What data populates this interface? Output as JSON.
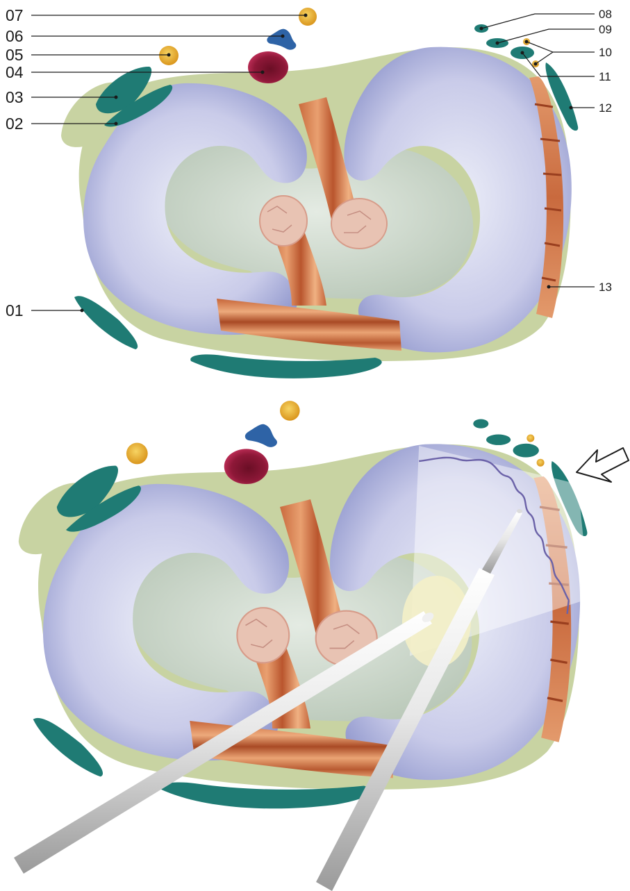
{
  "figure": {
    "colors": {
      "meniscus": "#c7c9ea",
      "meniscus_shadow": "#8e95cc",
      "plateau": "#cdd8cc",
      "capsule": "#c8d3a2",
      "ligament": "#d98a5a",
      "ligament_dark": "#8a3d22",
      "cruciate_cap": "#e8c3b3",
      "muscle": "#1f7b74",
      "nerve": "#e2a52a",
      "artery": "#a81f45",
      "vein": "#2e63a6",
      "probe": "#e6e6e6",
      "tear": "#6b62a8",
      "highlight": "#f4f0c8"
    },
    "top_panel": {
      "labels": [
        "01",
        "02",
        "03",
        "04",
        "05",
        "06",
        "07",
        "08",
        "09",
        "10",
        "11",
        "12",
        "13"
      ]
    },
    "bottom_panel": {
      "arrow_icon": "outline-arrow-icon",
      "instruments": [
        "probe",
        "probe"
      ]
    }
  }
}
